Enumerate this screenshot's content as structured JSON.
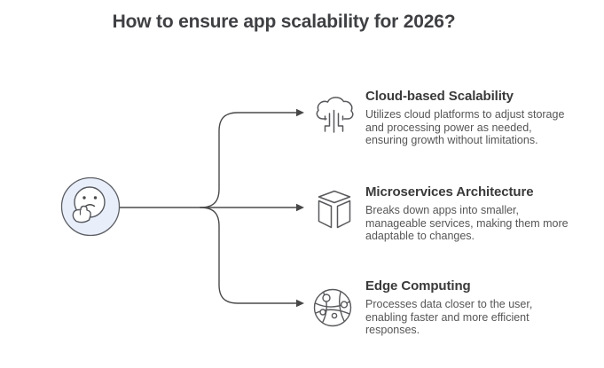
{
  "title": "How to ensure app scalability for 2026?",
  "center": {
    "icon": "thinking-face-icon",
    "circle_fill": "#e9eefb"
  },
  "connector": {
    "style": "curved-branches-with-arrows",
    "branch_count": 3,
    "line_color": "#4a4a4a"
  },
  "colors": {
    "title_text": "#3f4043",
    "heading_text": "#3a3a3a",
    "body_text": "#565656",
    "icon_stroke": "#58595c",
    "face_circle_fill": "#e9eefb",
    "background": "#ffffff"
  },
  "items": [
    {
      "icon": "cloud-computing-icon",
      "title": "Cloud-based Scalability",
      "lines": [
        "Utilizes cloud platforms to adjust storage",
        "and processing power as needed,",
        "ensuring growth without limitations."
      ]
    },
    {
      "icon": "microservices-cube-icon",
      "title": "Microservices Architecture",
      "lines": [
        "Breaks down apps into smaller,",
        "manageable services, making them more",
        "adaptable to changes."
      ]
    },
    {
      "icon": "edge-computing-globe-icon",
      "title": "Edge Computing",
      "lines": [
        "Processes data closer to the user,",
        "enabling faster and more efficient",
        "responses."
      ]
    }
  ]
}
